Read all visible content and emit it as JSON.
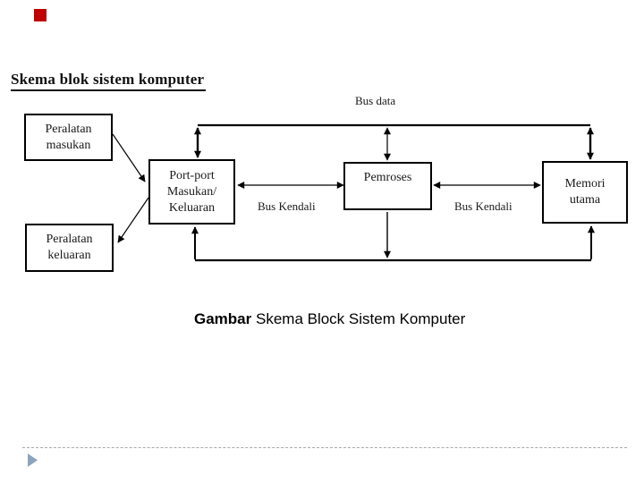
{
  "slide": {
    "title": "Skema blok sistem komputer",
    "caption": {
      "prefix": "Gambar",
      "rest": "Skema Block Sistem Komputer"
    }
  },
  "diagram": {
    "labels": {
      "bus_data": "Bus data",
      "bus_kendali_left": "Bus Kendali",
      "bus_kendali_right": "Bus Kendali"
    },
    "boxes": {
      "peralatan_masukan": {
        "lines": [
          "Peralatan",
          "masukan"
        ]
      },
      "peralatan_keluaran": {
        "lines": [
          "Peralatan",
          "keluaran"
        ]
      },
      "port": {
        "lines": [
          "Port-port",
          "Masukan/",
          "Keluaran"
        ]
      },
      "pemroses": {
        "label": "Pemroses"
      },
      "memori": {
        "lines": [
          "Memori",
          "utama"
        ]
      }
    }
  },
  "colors": {
    "accent_red": "#c00000",
    "triangle_blue": "#8da4bd",
    "line_black": "#000000",
    "dashed_gray": "#a9a9a9"
  }
}
